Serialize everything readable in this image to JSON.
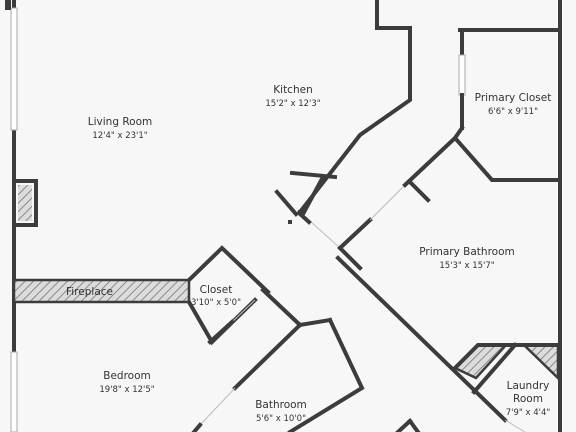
{
  "rooms": {
    "living_room": {
      "name": "Living Room",
      "dims": "12'4\" x 23'1\""
    },
    "kitchen": {
      "name": "Kitchen",
      "dims": "15'2\" x 12'3\""
    },
    "primary_closet": {
      "name": "Primary Closet",
      "dims": "6'6\" x 9'11\""
    },
    "primary_bathroom": {
      "name": "Primary Bathroom",
      "dims": "15'3\" x 15'7\""
    },
    "closet": {
      "name": "Closet",
      "dims": "3'10\" x 5'0\""
    },
    "bedroom": {
      "name": "Bedroom",
      "dims": "19'8\" x 12'5\""
    },
    "bathroom": {
      "name": "Bathroom",
      "dims": "5'6\" x 10'0\""
    },
    "laundry_room": {
      "name_line1": "Laundry",
      "name_line2": "Room",
      "dims": "7'9\" x 4'4\""
    }
  },
  "features": {
    "fireplace": "Fireplace"
  },
  "colors": {
    "background": "#f7f7f7",
    "wall": "#3c3c3c",
    "hatch": "#8a8a8a"
  }
}
